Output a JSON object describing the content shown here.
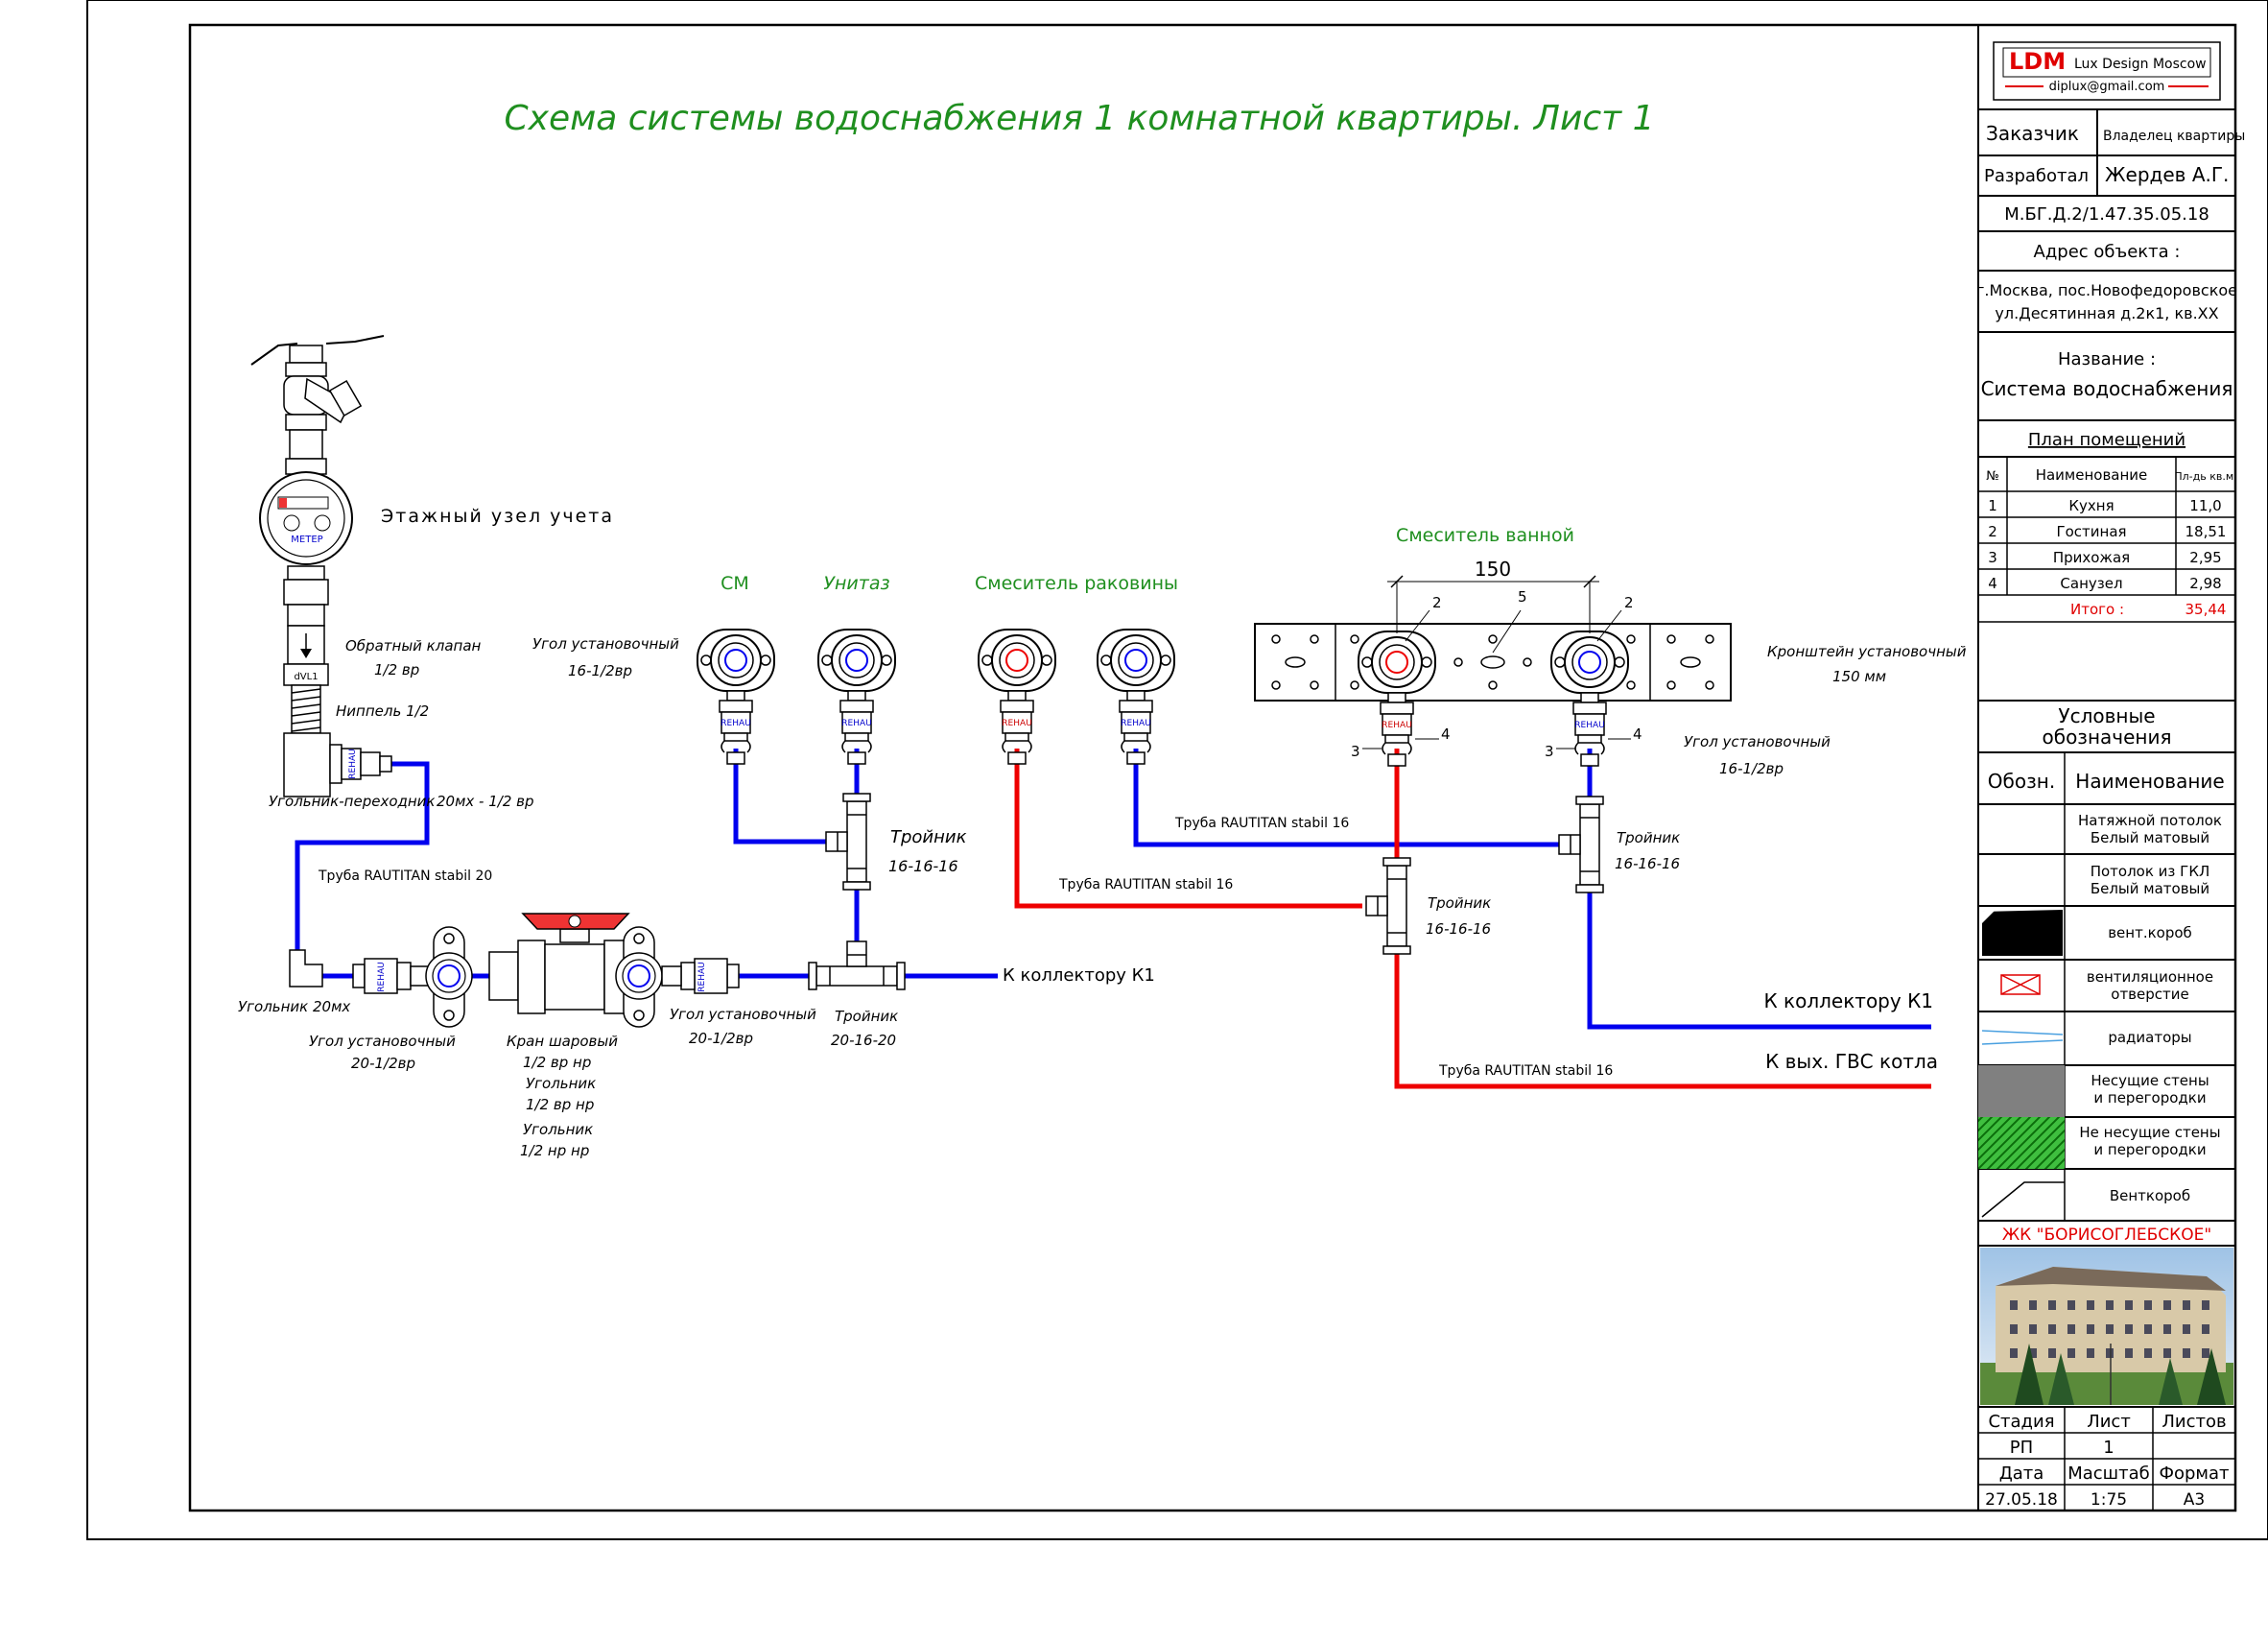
{
  "title": "Схема системы водоснабжения 1 комнатной квартиры. Лист 1",
  "colors": {
    "green": "#1f8f1f",
    "blue": "#0000ee",
    "red": "#ee0000",
    "grey": "#808080",
    "hatch_green": "#3fbf3f"
  },
  "labels": {
    "meter_node": "Этажный узел учета",
    "check_valve": "Обратный клапан",
    "check_valve_size": "1/2 вр",
    "nipple": "Ниппель 1/2",
    "elbow_adapter": "Угольник-переходник",
    "elbow_adapter_size": "20мх - 1/2 вр",
    "pipe20": "Труба RAUTITAN stabil 20",
    "elbow20": "Угольник 20мх",
    "angle1": "Угол установочный",
    "angle1_size": "20-1/2вр",
    "ball_valve": "Кран шаровый",
    "ball_valve_size": "1/2 вр нр",
    "elbow_a": "Угольник",
    "elbow_a_size": "1/2 вр нр",
    "elbow_b": "Угольник",
    "elbow_b_size": "1/2 нр нр",
    "angle2": "Угол установочный",
    "angle2_size": "20-1/2вр",
    "tee_main": "Тройник",
    "tee_main_size": "20-16-20",
    "to_collector_left": "К коллектору К1",
    "angle_top": "Угол установочный",
    "angle_top_size": "16-1/2вр",
    "cm": "СМ",
    "toilet": "Унитаз",
    "sink_mixer": "Смеситель раковины",
    "bath_mixer": "Смеситель ванной",
    "tee_cm": "Тройник",
    "tee_cm_size": "16-16-16",
    "pipe16_a": "Труба RAUTITAN stabil 16",
    "pipe16_b": "Труба RAUTITAN stabil 16",
    "pipe16_c": "Труба RAUTITAN stabil 16",
    "tee_red": "Тройник",
    "tee_red_size": "16-16-16",
    "tee_blue": "Тройник",
    "tee_blue_size": "16-16-16",
    "bracket": "Кронштейн установочный",
    "bracket_size": "150 мм",
    "angle_right": "Угол установочный",
    "angle_right_size": "16-1/2вр",
    "dim150": "150",
    "callout2a": "2",
    "callout2b": "2",
    "callout5": "5",
    "callout3a": "3",
    "callout3b": "3",
    "callout4a": "4",
    "callout4b": "4",
    "to_collector_right": "К коллектору К1",
    "to_boiler": "К вых. ГВС котла",
    "rehau": "REHAU",
    "meter_brand": "МЕТЕР",
    "valve_mark": "dVL1"
  },
  "stamp": {
    "logo": "LDM",
    "logo_sub": "Lux Design Moscow",
    "email": "diplux@gmail.com",
    "customer_label": "Заказчик",
    "customer_value": "Владелец квартиры",
    "developer_label": "Разработал",
    "developer_value": "Жердев А.Г.",
    "code": "М.БГ.Д.2/1.47.35.05.18",
    "address_label": "Адрес объекта :",
    "address_line1": "г.Москва, пос.Новофедоровское",
    "address_line2": "ул.Десятинная д.2к1, кв.ХХ",
    "name_label": "Название :",
    "name_value": "Система водоснабжения",
    "plan_title": "План помещений",
    "plan_headers": [
      "№",
      "Наименование",
      "Пл-дь кв.м."
    ],
    "plan_rows": [
      {
        "n": "1",
        "name": "Кухня",
        "area": "11,0"
      },
      {
        "n": "2",
        "name": "Гостиная",
        "area": "18,51"
      },
      {
        "n": "3",
        "name": "Прихожая",
        "area": "2,95"
      },
      {
        "n": "4",
        "name": "Санузел",
        "area": "2,98"
      }
    ],
    "total_label": "Итого :",
    "total_value": "35,44",
    "legend_title_1": "Условные",
    "legend_title_2": "обозначения",
    "legend_headers": [
      "Обозн.",
      "Наименование"
    ],
    "legend_items": [
      {
        "line1": "Натяжной потолок",
        "line2": "Белый матовый"
      },
      {
        "line1": "Потолок из ГКЛ",
        "line2": "Белый матовый"
      },
      {
        "line1": "вент.короб",
        "line2": ""
      },
      {
        "line1": "вентиляционное",
        "line2": "отверстие"
      },
      {
        "line1": "радиаторы",
        "line2": ""
      },
      {
        "line1": "Несущие стены",
        "line2": "и перегородки"
      },
      {
        "line1": "Не несущие стены",
        "line2": "и перегородки"
      },
      {
        "line1": "Венткороб",
        "line2": ""
      }
    ],
    "complex": "ЖК \"БОРИСОГЛЕБСКОЕ\"",
    "stage_label": "Стадия",
    "sheet_label": "Лист",
    "sheets_label": "Листов",
    "stage_value": "РП",
    "sheet_value": "1",
    "sheets_value": "",
    "date_label": "Дата",
    "scale_label": "Масштаб",
    "format_label": "Формат",
    "date_value": "27.05.18",
    "scale_value": "1:75",
    "format_value": "А3"
  }
}
